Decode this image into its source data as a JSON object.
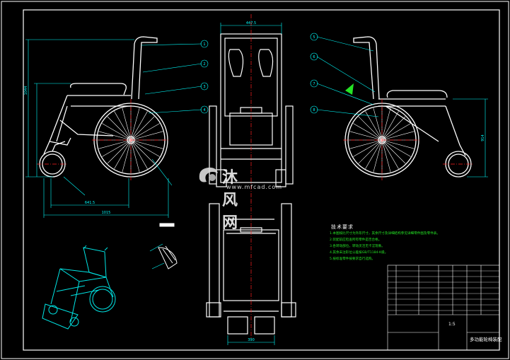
{
  "drawing": {
    "tech_req_title": "技术要求",
    "tech_req_items": [
      "1.本图按比尺寸为外形尺寸，其余尺寸及详细结构参见详细零件图及零件表。",
      "2.装配前应检查所有零件是否合格。",
      "3.各转动部位，转动灵活无卡涩现象。",
      "4.其余未注形位公差按GB/T1184-K级。",
      "5.按标准零件按要求自行选购。"
    ],
    "dims": {
      "front_width": "447.5",
      "side_length": "1015",
      "side_wheelbase": "641.5",
      "side_height": "1044",
      "rear_height": "914",
      "bottom_width": "390"
    },
    "balloons_left": [
      "1",
      "2",
      "3",
      "4"
    ],
    "balloons_right": [
      "5",
      "6",
      "7",
      "8"
    ],
    "title_block": {
      "scale": "1:5",
      "drawing_name": "多功能轮椅装配"
    }
  },
  "watermark": {
    "name": "沐风网",
    "url": "www.mfcad.com"
  },
  "colors": {
    "background": "#000000",
    "lines": "#ffffff",
    "dim": "#00ffff",
    "center": "#ff2020",
    "text_green": "#25e325",
    "frame": "#ffffff"
  }
}
